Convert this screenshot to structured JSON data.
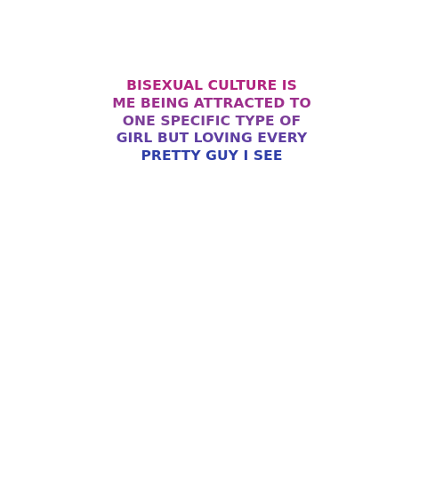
{
  "design": {
    "lines": [
      "BISEXUAL CULTURE IS",
      "ME BEING ATTRACTED TO",
      "ONE SPECIFIC TYPE OF",
      "GIRL BUT LOVING EVERY",
      "PRETTY GUY I SEE"
    ],
    "colors": {
      "background": "#ffffff",
      "line_1": "#b2247f",
      "line_2": "#9c2f8c",
      "line_3": "#7c3f99",
      "line_4": "#5f3fa2",
      "line_5": "#2f3fa8"
    }
  }
}
